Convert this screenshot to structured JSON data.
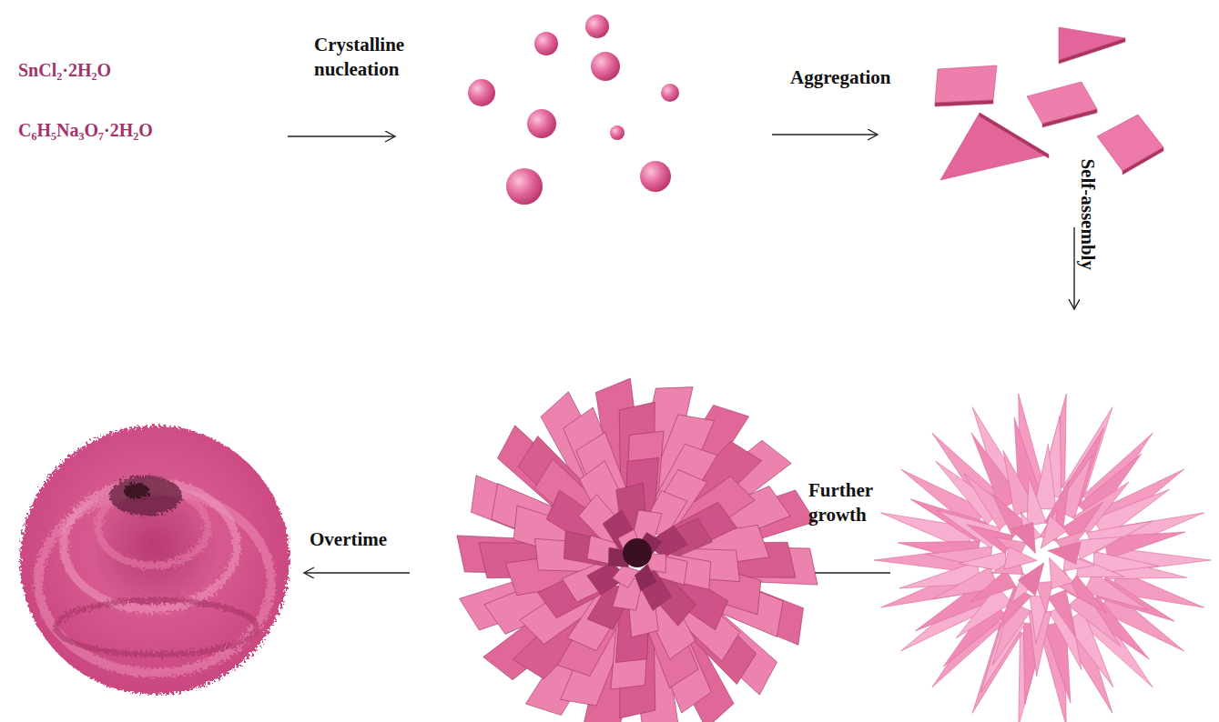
{
  "diagram": {
    "labels": [
      "SnCl₂·2H₂O",
      "C₆H₅Na₃O₇·2H₂O",
      "Crystalline nucleation",
      "Aggregation",
      "Self-assembly",
      "Further growth",
      "Overtime"
    ]
  }
}
